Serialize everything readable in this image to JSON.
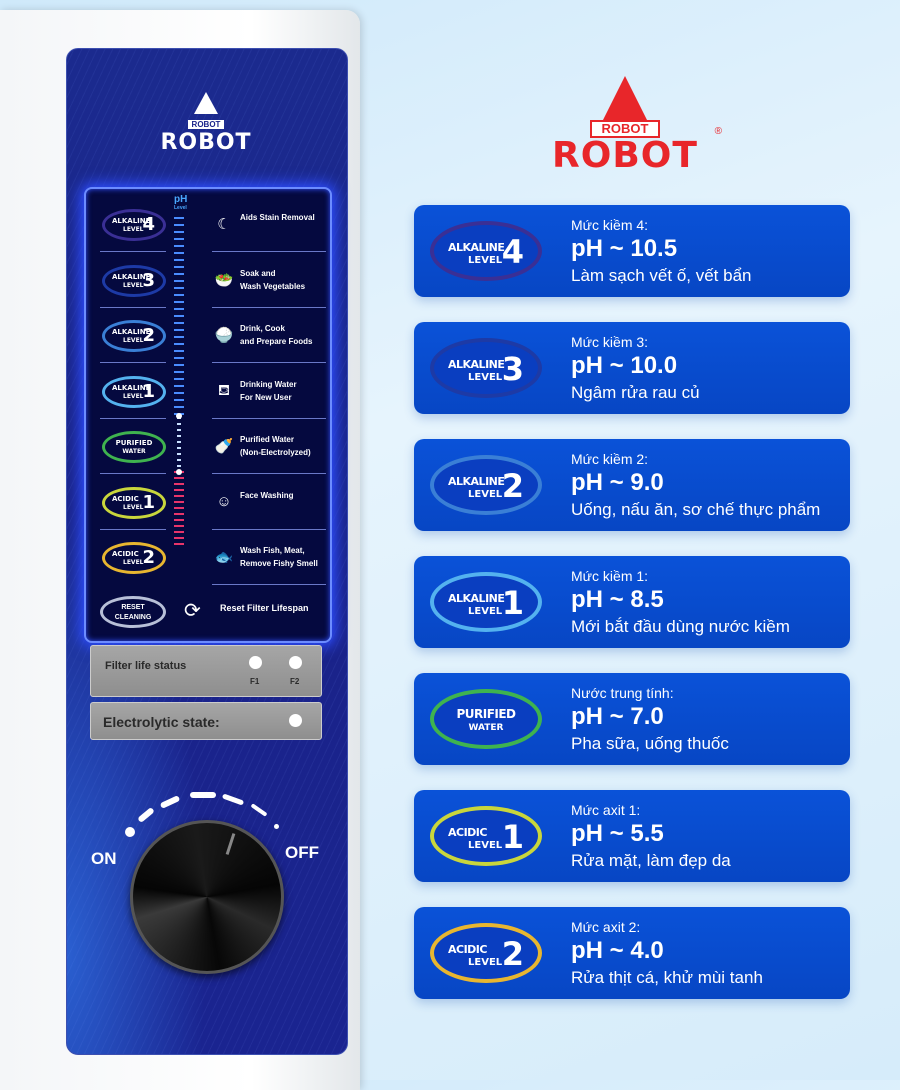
{
  "brand": {
    "small": "ROBOT",
    "big": "ROBOT",
    "reg": "®"
  },
  "panel": {
    "ph_label": "pH",
    "ph_sub": "Level",
    "reset": {
      "top": "RESET",
      "bottom": "CLEANING",
      "label": "Reset Filter Lifespan"
    },
    "filter_status": {
      "label": "Filter life status",
      "f1": "F1",
      "f2": "F2"
    },
    "electrolytic": {
      "label": "Electrolytic state:"
    },
    "on": "ON",
    "off": "OFF"
  },
  "levels": [
    {
      "top": "ALKALINE",
      "bottom": "LEVEL",
      "num": "4",
      "ring": "#3a2f95",
      "icon": "moon-sparkle-icon",
      "glyph": "☾",
      "use": "Aids Stain Removal",
      "title": "Mức kiềm 4:",
      "ph": "pH ~ 10.5",
      "desc": "Làm sạch vết ố, vết bẩn"
    },
    {
      "top": "ALKALINE",
      "bottom": "LEVEL",
      "num": "3",
      "ring": "#1d3aa6",
      "icon": "vegetable-bowl-icon",
      "glyph": "🥗",
      "use": "Soak and\nWash Vegetables",
      "title": "Mức kiềm 3:",
      "ph": "pH ~ 10.0",
      "desc": "Ngâm rửa rau củ"
    },
    {
      "top": "ALKALINE",
      "bottom": "LEVEL",
      "num": "2",
      "ring": "#3a7fd6",
      "icon": "rice-bowl-icon",
      "glyph": "🍚",
      "use": "Drink, Cook\nand Prepare Foods",
      "title": "Mức kiềm 2:",
      "ph": "pH ~ 9.0",
      "desc": "Uống, nấu ăn, sơ chế thực phẩm"
    },
    {
      "top": "ALKALINE",
      "bottom": "LEVEL",
      "num": "1",
      "ring": "#54b2ef",
      "icon": "water-jar-icon",
      "glyph": "⛾",
      "use": "Drinking Water\nFor New User",
      "title": "Mức kiềm 1:",
      "ph": "pH ~ 8.5",
      "desc": "Mới bắt đầu dùng nước kiềm"
    },
    {
      "top": "PURIFIED",
      "bottom": "WATER",
      "num": "",
      "ring": "#3fb34f",
      "icon": "baby-bottle-icon",
      "glyph": "🍼",
      "use": "Purified Water\n(Non-Electrolyzed)",
      "title": "Nước trung tính:",
      "ph": "pH ~ 7.0",
      "desc": "Pha sữa, uống thuốc"
    },
    {
      "top": "ACIDIC",
      "bottom": "LEVEL",
      "num": "1",
      "ring": "#c9d63c",
      "icon": "face-wash-icon",
      "glyph": "☺",
      "use": "Face Washing",
      "title": "Mức axit 1:",
      "ph": "pH ~ 5.5",
      "desc": "Rửa mặt, làm đẹp da"
    },
    {
      "top": "ACIDIC",
      "bottom": "LEVEL",
      "num": "2",
      "ring": "#e8b630",
      "icon": "fish-meat-bowl-icon",
      "glyph": "🐟",
      "use": "Wash Fish, Meat,\nRemove Fishy Smell",
      "title": "Mức axit 2:",
      "ph": "pH ~ 4.0",
      "desc": "Rửa thịt cá, khử mùi tanh"
    }
  ]
}
